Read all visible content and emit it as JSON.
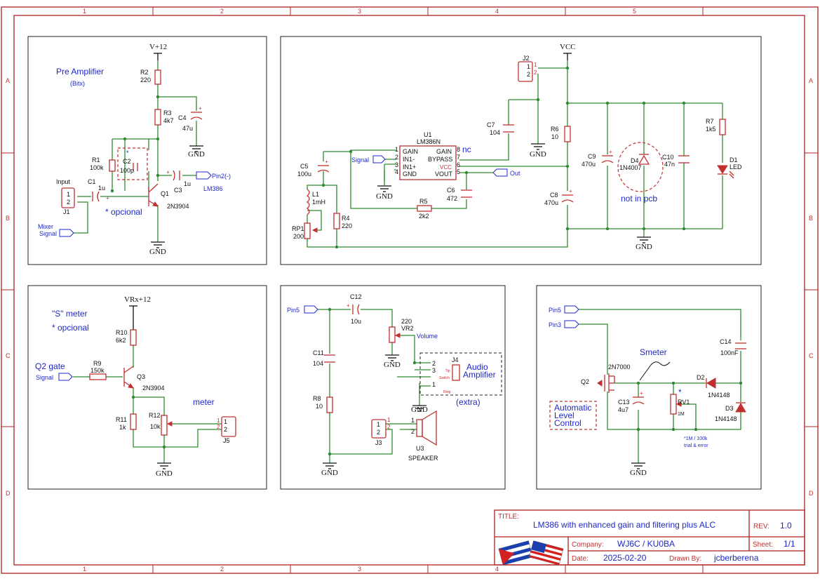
{
  "frame": {
    "cols": [
      "1",
      "2",
      "3",
      "4",
      "5"
    ],
    "rows": [
      "A",
      "B",
      "C",
      "D"
    ]
  },
  "preamp": {
    "title": "Pre Amplifier",
    "subtitle": "(Bitx)",
    "supply": "V+12",
    "r2": {
      "ref": "R2",
      "val": "220"
    },
    "r3": {
      "ref": "R3",
      "val": "4k7"
    },
    "c4": {
      "ref": "C4",
      "val": "47u"
    },
    "r1": {
      "ref": "R1",
      "val": "100k"
    },
    "c2": {
      "ref": "C2",
      "val": "100p",
      "star": "*"
    },
    "c1": {
      "ref": "C1",
      "val": "1u"
    },
    "c3": {
      "ref": "C3",
      "val": "1u"
    },
    "q1": {
      "ref": "Q1",
      "val": "2N3904"
    },
    "j1": {
      "ref": "J1",
      "title": "Input",
      "p1": "1",
      "p2": "2"
    },
    "optional": "* opcional",
    "pin2": "Pin2(-)",
    "lm386": "LM386",
    "mixer": "Mixer",
    "signal": "Signal",
    "gnd": "GND"
  },
  "amp": {
    "vcc": "VCC",
    "j2": {
      "ref": "J2",
      "p1": "1",
      "p2": "2"
    },
    "u1": {
      "ref": "U1",
      "val": "LM386N",
      "pins_l": [
        "GAIN",
        "IN1-",
        "IN1+",
        "GND"
      ],
      "pins_r": [
        "GAIN",
        "BYPASS",
        "VCC",
        "VOUT"
      ],
      "num_l": [
        "1",
        "2",
        "3",
        "4"
      ],
      "num_r": [
        "8",
        "7",
        "6",
        "5"
      ]
    },
    "nc": "nc",
    "signal": "Signal",
    "out": "Out",
    "c7": {
      "ref": "C7",
      "val": "104"
    },
    "r6": {
      "ref": "R6",
      "val": "10"
    },
    "c5": {
      "ref": "C5",
      "val": "100u"
    },
    "l1": {
      "ref": "L1",
      "val": "1mH"
    },
    "rp1": {
      "ref": "RP1",
      "val": "200"
    },
    "r4": {
      "ref": "R4",
      "val": "220"
    },
    "r5": {
      "ref": "R5",
      "val": "2k2"
    },
    "c6": {
      "ref": "C6",
      "val": "472"
    },
    "c8": {
      "ref": "C8",
      "val": "470u"
    },
    "c9": {
      "ref": "C9",
      "val": "470u"
    },
    "d4": {
      "ref": "D4",
      "val": "1N4007"
    },
    "c10": {
      "ref": "C10",
      "val": "47n"
    },
    "r7": {
      "ref": "R7",
      "val": "1k5"
    },
    "d1": {
      "ref": "D1",
      "val": "LED"
    },
    "notpcb": "not in pcb",
    "gnd": "GND"
  },
  "smeter": {
    "title": "\"S\" meter",
    "optional": "* opcional",
    "supply": "VRx+12",
    "r10": {
      "ref": "R10",
      "val": "6k2"
    },
    "r9": {
      "ref": "R9",
      "val": "150k"
    },
    "q3": {
      "ref": "Q3",
      "val": "2N3904"
    },
    "q2gate": "Q2 gate",
    "signal": "Signal",
    "r11": {
      "ref": "R11",
      "val": "1k"
    },
    "r12": {
      "ref": "R12",
      "val": "10k"
    },
    "meter": "meter",
    "j5": {
      "ref": "J5",
      "p1": "1",
      "p2": "2"
    },
    "gnd": "GND"
  },
  "output": {
    "pin5": "Pin5",
    "c12": {
      "ref": "C12",
      "val": "10u"
    },
    "vr2": {
      "ref": "VR2",
      "val": "220"
    },
    "volume": "Volume",
    "c11": {
      "ref": "C11",
      "val": "104"
    },
    "r8": {
      "ref": "R8",
      "val": "10"
    },
    "j4": {
      "ref": "J4",
      "p2": "2",
      "p3": "3",
      "p1": "1",
      "tip": "Tip",
      "sw": "Switch",
      "ring": "Ring"
    },
    "audio1": "Audio",
    "audio2": "Amplifier",
    "extra": "(extra)",
    "j3": {
      "ref": "J3",
      "p1": "1",
      "p2": "2"
    },
    "u3": {
      "ref": "U3",
      "val": "SPEAKER",
      "p1": "1",
      "p2": "2"
    },
    "gnd": "GND"
  },
  "alc": {
    "pin5": "Pin5",
    "pin3": "Pin3",
    "smeter": "Smeter",
    "q2": {
      "ref": "Q2",
      "val": "2N7000"
    },
    "c13": {
      "ref": "C13",
      "val": "4u7"
    },
    "rv1": {
      "ref": "RV1",
      "val": "1M",
      "star": "*"
    },
    "d2": {
      "ref": "D2",
      "val": "1N4148"
    },
    "d3": {
      "ref": "D3",
      "val": "1N4148"
    },
    "c14": {
      "ref": "C14",
      "val": "100nF"
    },
    "alc1": "Automatic",
    "alc2": "Level",
    "alc3": "Control",
    "note1": "*1M / 100k",
    "note2": "trial & error",
    "gnd": "GND"
  },
  "titleblock": {
    "title_label": "TITLE:",
    "title": "LM386 with enhanced gain and filtering plus ALC",
    "rev_label": "REV:",
    "rev": "1.0",
    "company_label": "Company:",
    "company": "WJ6C / KU0BA",
    "sheet_label": "Sheet:",
    "sheet": "1/1",
    "date_label": "Date:",
    "date": "2025-02-20",
    "drawn_label": "Drawn By:",
    "drawn": "jcberberena"
  },
  "colors": {
    "wire": "#2e8b2e",
    "part": "#c03030",
    "label": "#1e28c8"
  }
}
